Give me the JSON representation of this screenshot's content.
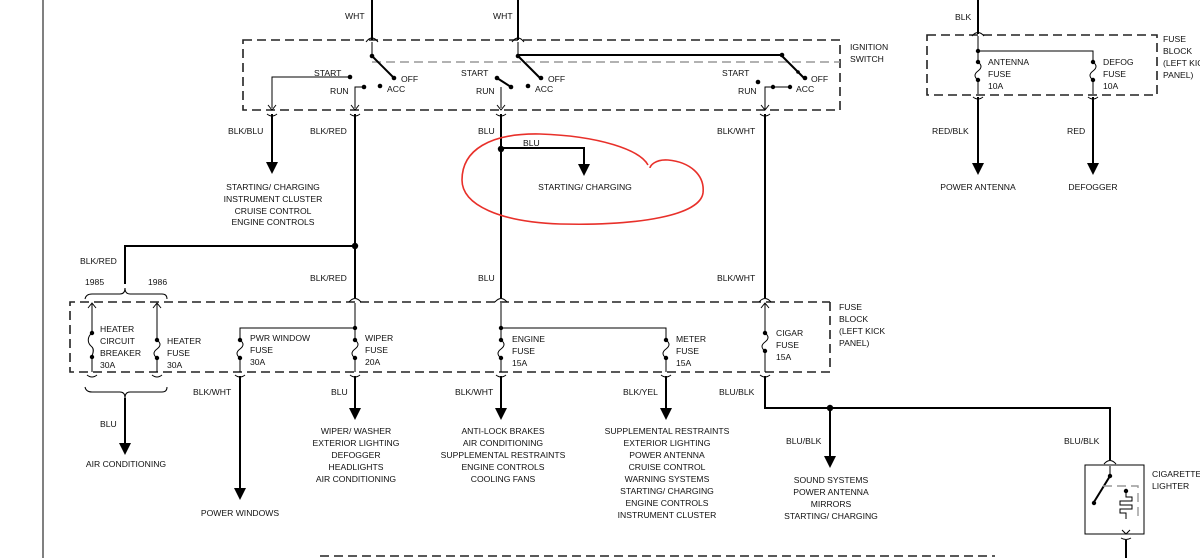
{
  "ignition_switch": {
    "label": [
      "IGNITION",
      "SWITCH"
    ],
    "positions": {
      "start": "START",
      "run": "RUN",
      "off": "OFF",
      "acc": "ACC"
    }
  },
  "fuse_block_label": [
    "FUSE",
    "BLOCK",
    "(LEFT KICK",
    "PANEL)"
  ],
  "wire_colors": {
    "wht": "WHT",
    "blk": "BLK",
    "blk_blu": "BLK/BLU",
    "blk_red": "BLK/RED",
    "blu": "BLU",
    "blk_wht": "BLK/WHT",
    "red_blk": "RED/BLK",
    "red": "RED",
    "blk_yel": "BLK/YEL",
    "blu_blk": "BLU/BLK"
  },
  "years": [
    "1985",
    "1986"
  ],
  "fuses": {
    "antenna": [
      "ANTENNA",
      "FUSE",
      "10A"
    ],
    "defog": [
      "DEFOG",
      "FUSE",
      "10A"
    ],
    "heater_cb": [
      "HEATER",
      "CIRCUIT",
      "BREAKER",
      "30A"
    ],
    "heater_fuse": [
      "HEATER",
      "FUSE",
      "30A"
    ],
    "pwr_window": [
      "PWR WINDOW",
      "FUSE",
      "30A"
    ],
    "wiper": [
      "WIPER",
      "FUSE",
      "20A"
    ],
    "engine": [
      "ENGINE",
      "FUSE",
      "15A"
    ],
    "meter": [
      "METER",
      "FUSE",
      "15A"
    ],
    "cigar": [
      "CIGAR",
      "FUSE",
      "15A"
    ]
  },
  "destinations": {
    "blk_blu": [
      "STARTING/ CHARGING",
      "INSTRUMENT CLUSTER",
      "CRUISE CONTROL",
      "ENGINE CONTROLS"
    ],
    "blu_circled": [
      "STARTING/ CHARGING"
    ],
    "antenna": [
      "POWER ANTENNA"
    ],
    "defog": [
      "DEFOGGER"
    ],
    "heater": [
      "AIR CONDITIONING"
    ],
    "pwr_window": [
      "POWER WINDOWS"
    ],
    "wiper": [
      "WIPER/ WASHER",
      "EXTERIOR LIGHTING",
      "DEFOGGER",
      "HEADLIGHTS",
      "AIR CONDITIONING"
    ],
    "engine": [
      "ANTI-LOCK BRAKES",
      "AIR CONDITIONING",
      "SUPPLEMENTAL RESTRAINTS",
      "ENGINE CONTROLS",
      "COOLING FANS"
    ],
    "meter": [
      "SUPPLEMENTAL RESTRAINTS",
      "EXTERIOR LIGHTING",
      "POWER ANTENNA",
      "CRUISE CONTROL",
      "WARNING SYSTEMS",
      "STARTING/ CHARGING",
      "ENGINE CONTROLS",
      "INSTRUMENT CLUSTER"
    ],
    "cigar": [
      "SOUND SYSTEMS",
      "POWER ANTENNA",
      "MIRRORS",
      "STARTING/ CHARGING"
    ]
  },
  "cigarette_lighter": [
    "CIGARETTE",
    "LIGHTER"
  ],
  "annotation_color": "#e8302a"
}
